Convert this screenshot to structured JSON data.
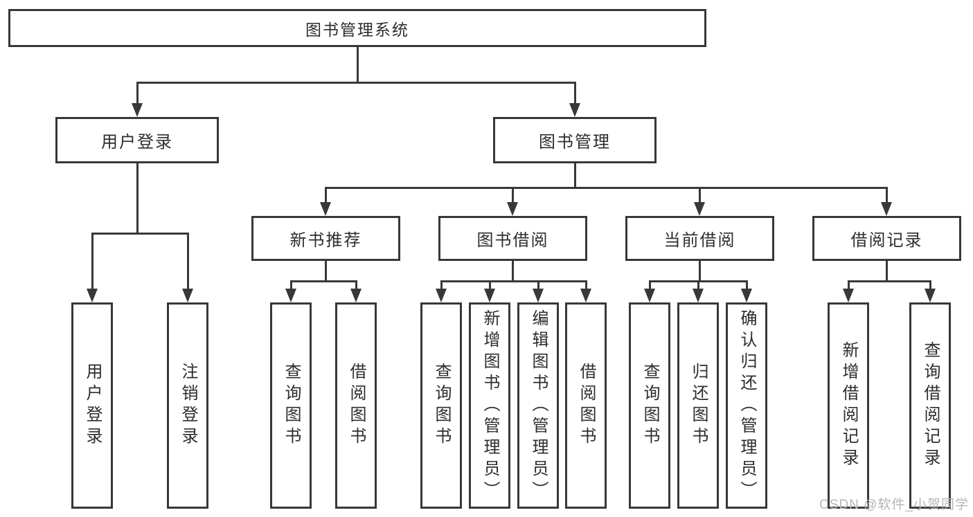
{
  "diagram": {
    "root": {
      "label": "图书管理系统"
    },
    "branches": [
      {
        "label": "用户登录",
        "children": [
          {
            "label": "用户登录"
          },
          {
            "label": "注销登录"
          }
        ]
      },
      {
        "label": "图书管理",
        "sections": [
          {
            "label": "新书推荐",
            "children": [
              {
                "label": "查询图书"
              },
              {
                "label": "借阅图书"
              }
            ]
          },
          {
            "label": "图书借阅",
            "children": [
              {
                "label": "查询图书"
              },
              {
                "label": "新增图书（管理员）"
              },
              {
                "label": "编辑图书（管理员）"
              },
              {
                "label": "借阅图书"
              }
            ]
          },
          {
            "label": "当前借阅",
            "children": [
              {
                "label": "查询图书"
              },
              {
                "label": "归还图书"
              },
              {
                "label": "确认归还（管理员）"
              }
            ]
          },
          {
            "label": "借阅记录",
            "children": [
              {
                "label": "新增借阅记录"
              },
              {
                "label": "查询借阅记录"
              }
            ]
          }
        ]
      }
    ]
  },
  "watermark": {
    "text": "CSDN @软件_小贺同学"
  },
  "colors": {
    "line": "#383838",
    "text": "#2d2d2d",
    "box_background": "#ffffff",
    "page_background": "#ffffff",
    "watermark": "#b5b5b5"
  }
}
